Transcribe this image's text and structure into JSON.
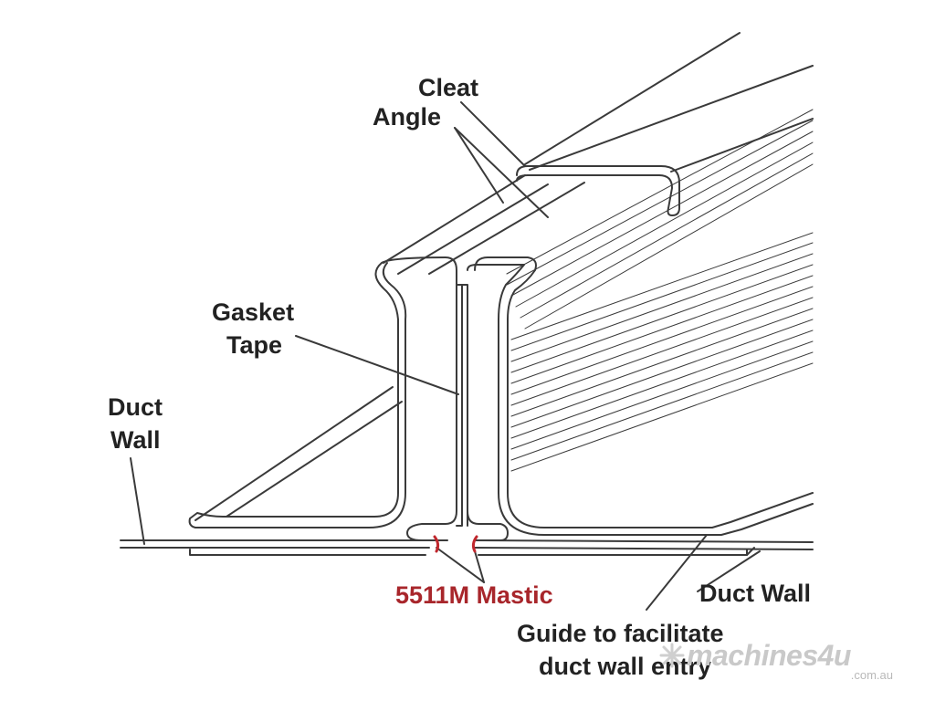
{
  "labels": {
    "cleat": "Cleat",
    "angle": "Angle",
    "gasket": "Gasket",
    "tape": "Tape",
    "duct_wall_left_line1": "Duct",
    "duct_wall_left_line2": "Wall",
    "mastic": "5511M Mastic",
    "duct_wall_right": "Duct Wall",
    "guide_line1": "Guide to facilitate",
    "guide_line2": "duct wall entry"
  },
  "watermark": {
    "word": "machines4u",
    "domain": ".com.au"
  },
  "colors": {
    "text": "#222222",
    "mastic": "#a8262b",
    "line": "#333333",
    "watermark": "#c9c9c9"
  }
}
